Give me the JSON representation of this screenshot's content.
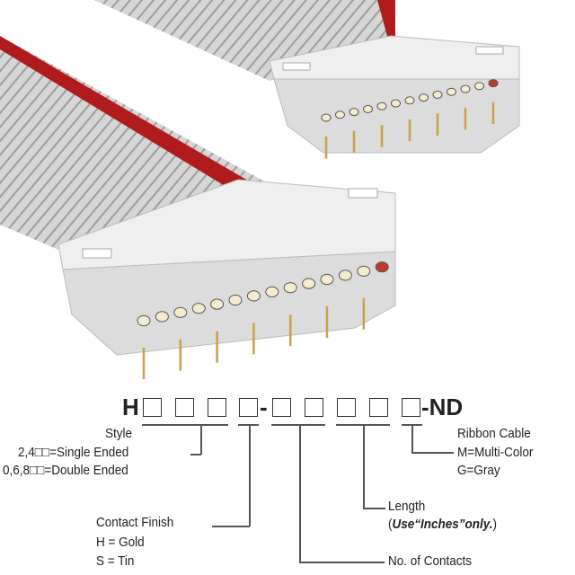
{
  "part_number": {
    "prefix": "H",
    "separator": "-",
    "suffix": "-ND"
  },
  "labels": {
    "style": {
      "title": "Style",
      "single": "2,4□□=Single Ended",
      "double": "0,6,8□□=Double Ended"
    },
    "contact_finish": {
      "title": "Contact Finish",
      "gold": "H = Gold",
      "tin": "S = Tin"
    },
    "contacts": {
      "title": "No. of Contacts"
    },
    "length": {
      "title": "Length",
      "note_open": "(",
      "note_bold": "Use“Inches”only.",
      "note_close": ")"
    },
    "ribbon": {
      "title": "Ribbon Cable",
      "multi": "M=Multi-Color",
      "gray": "G=Gray"
    }
  },
  "colors": {
    "cable": "#c9c9c9",
    "stripe": "#b01c1c",
    "connector": "#e4e4e4",
    "pin": "#c9a14a"
  }
}
